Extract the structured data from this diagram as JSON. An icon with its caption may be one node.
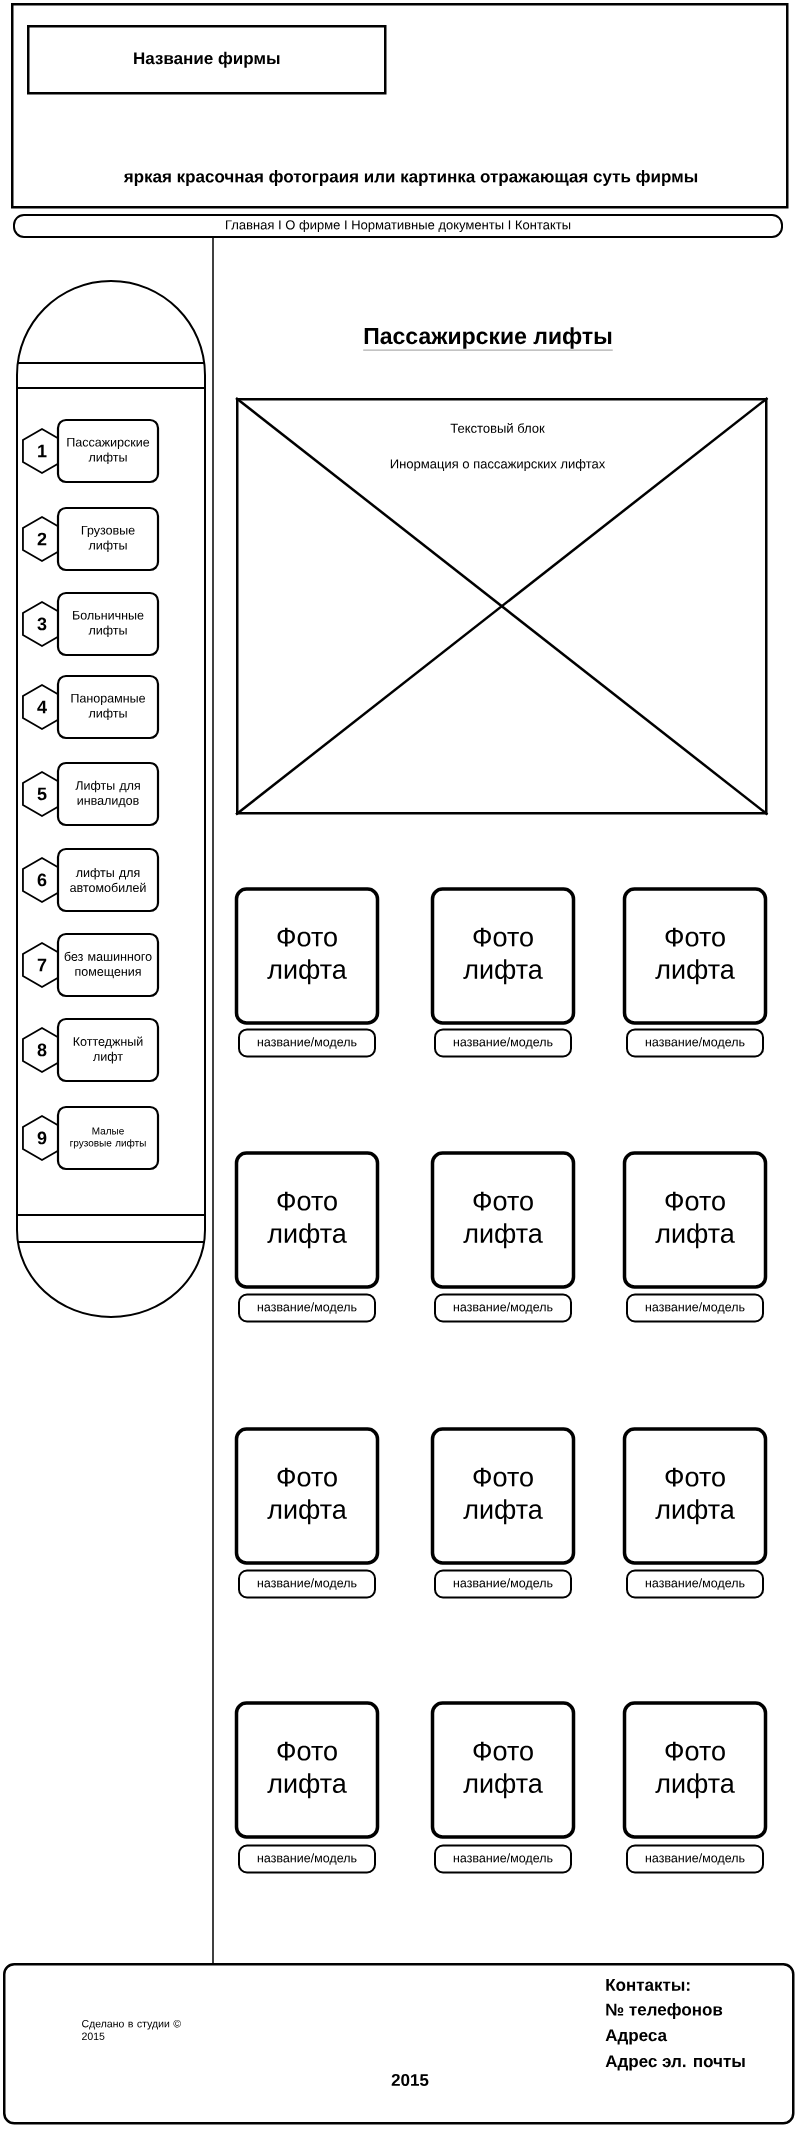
{
  "diagram": {
    "title": "Пассажирские лифты",
    "nodes": [
      {
        "text": [
          "яркая красочная фотограия или картинка отражающая суть фирмы"
        ]
      },
      {
        "text": [
          "Название фирмы"
        ],
        "in": 0
      },
      {
        "text": [
          "Главная I О фирме I Нормативные документы I Контакты"
        ]
      },
      {
        "text": [],
        "shape": "capsule"
      },
      {
        "text": [
          "1"
        ],
        "in": 3
      },
      {
        "text": [
          "Пассажирские лифты"
        ],
        "in": 3
      },
      {
        "text": [
          "2"
        ],
        "in": 3
      },
      {
        "text": [
          "Грузовые лифты"
        ],
        "in": 3
      },
      {
        "text": [
          "3"
        ],
        "in": 3
      },
      {
        "text": [
          "Больничные лифты"
        ],
        "in": 3
      },
      {
        "text": [
          "4"
        ],
        "in": 3
      },
      {
        "text": [
          "Панорамные лифты"
        ],
        "in": 3
      },
      {
        "text": [
          "5"
        ],
        "in": 3
      },
      {
        "text": [
          "Лифты для инвалидов"
        ],
        "in": 3
      },
      {
        "text": [
          "6"
        ],
        "in": 3
      },
      {
        "text": [
          "лифты для автомобилей"
        ],
        "in": 3
      },
      {
        "text": [
          "7"
        ],
        "in": 3
      },
      {
        "text": [
          "без машинного помещения"
        ],
        "in": 3
      },
      {
        "text": [
          "8"
        ],
        "in": 3
      },
      {
        "text": [
          "Коттеджный лифт"
        ],
        "in": 3
      },
      {
        "text": [
          "9"
        ],
        "in": 3
      },
      {
        "text": [
          "Малые грузовые лифты"
        ],
        "in": 3
      },
      {
        "text": [
          "Текстовый блок",
          "Инормация о пассажирских лифтах"
        ]
      },
      {
        "text": [
          "Фото лифта"
        ]
      },
      {
        "text": [
          "название/модель"
        ]
      },
      {
        "text": [
          "Фото лифта"
        ]
      },
      {
        "text": [
          "название/модель"
        ]
      },
      {
        "text": [
          "Фото лифта"
        ]
      },
      {
        "text": [
          "название/модель"
        ]
      },
      {
        "text": [
          "Фото лифта"
        ]
      },
      {
        "text": [
          "название/модель"
        ]
      },
      {
        "text": [
          "Фото лифта"
        ]
      },
      {
        "text": [
          "название/модель"
        ]
      },
      {
        "text": [
          "Фото лифта"
        ]
      },
      {
        "text": [
          "название/модель"
        ]
      },
      {
        "text": [
          "Фото лифта"
        ]
      },
      {
        "text": [
          "название/модель"
        ]
      },
      {
        "text": [
          "Фото лифта"
        ]
      },
      {
        "text": [
          "название/модель"
        ]
      },
      {
        "text": [
          "Фото лифта"
        ]
      },
      {
        "text": [
          "название/модель"
        ]
      },
      {
        "text": [
          "Фото лифта"
        ]
      },
      {
        "text": [
          "название/модель"
        ]
      },
      {
        "text": [
          "Фото лифта"
        ]
      },
      {
        "text": [
          "название/модель"
        ]
      },
      {
        "text": [
          "Фото лифта"
        ]
      },
      {
        "text": [
          "название/модель"
        ]
      },
      {
        "text": [
          "Сделано в студии © 2015",
          "Контакты:",
          "№ телефонов",
          "Адреса",
          "Адрес эл. почты",
          "2015"
        ]
      }
    ],
    "edges": [
      {
        "from": 2,
        "to": 47,
        "arrow": "none"
      }
    ]
  }
}
